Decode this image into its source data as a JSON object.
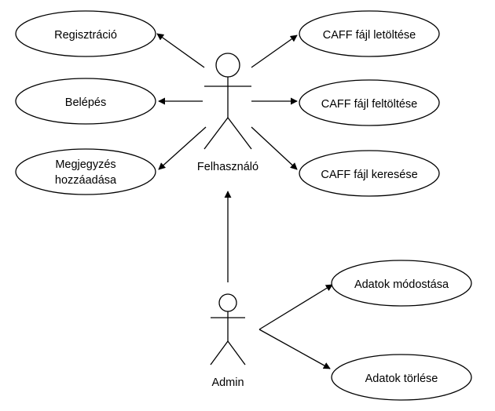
{
  "actors": {
    "user": {
      "name": "Felhasználó"
    },
    "admin": {
      "name": "Admin"
    }
  },
  "use_cases": {
    "registration": {
      "lines": [
        "Regisztráció"
      ]
    },
    "login": {
      "lines": [
        "Belépés"
      ]
    },
    "add_note": {
      "lines": [
        "Megjegyzés",
        "hozzáadása"
      ]
    },
    "caff_download": {
      "lines": [
        "CAFF fájl letöltése"
      ]
    },
    "caff_upload": {
      "lines": [
        "CAFF fájl feltöltése"
      ]
    },
    "caff_search": {
      "lines": [
        "CAFF fájl keresése"
      ]
    },
    "data_edit": {
      "lines": [
        "Adatok módostása"
      ]
    },
    "data_delete": {
      "lines": [
        "Adatok törlése"
      ]
    }
  }
}
